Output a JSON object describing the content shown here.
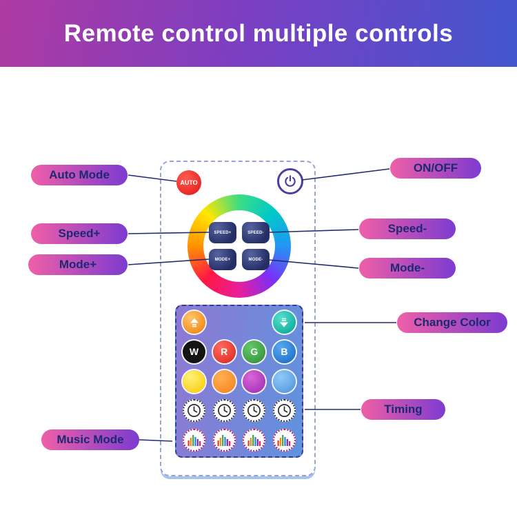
{
  "banner": {
    "title": "Remote control multiple controls"
  },
  "callouts": {
    "auto_mode": "Auto Mode",
    "on_off": "ON/OFF",
    "speed_plus": "Speed+",
    "speed_minus": "Speed-",
    "mode_plus": "Mode+",
    "mode_minus": "Mode-",
    "change_color": "Change Color",
    "timing": "Timing",
    "music_mode": "Music Mode"
  },
  "remote": {
    "auto_button_label": "AUTO",
    "speed_plus_label": "SPEED+",
    "speed_minus_label": "SPEED-",
    "mode_plus_label": "MODE+",
    "mode_minus_label": "MODE-",
    "color_buttons": [
      "W",
      "R",
      "G",
      "B"
    ]
  },
  "colors": {
    "banner_gradient_start": "#ae3aa2",
    "banner_gradient_end": "#4156ce",
    "pill_gradient_start": "#ef5fa7",
    "pill_gradient_end": "#7d3bd0",
    "callout_text": "#1b2a70",
    "auto_button": "#e01713",
    "power_ring": "#4a3f9f"
  }
}
